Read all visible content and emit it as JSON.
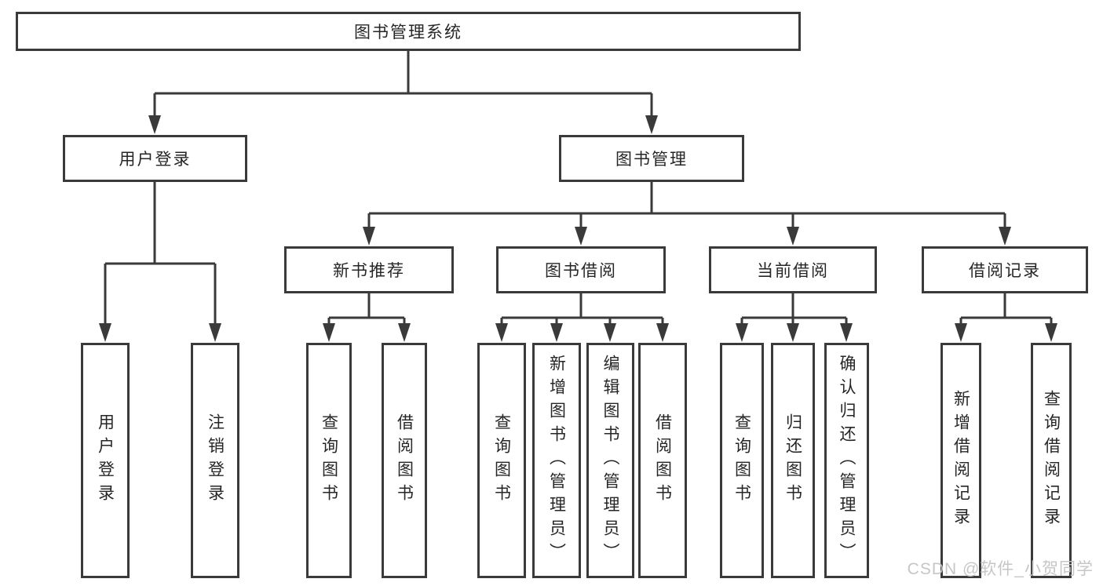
{
  "diagram": {
    "root": {
      "label": "图书管理系统"
    },
    "branches": [
      {
        "label": "用户登录",
        "children": [
          "用户登录",
          "注销登录"
        ]
      },
      {
        "label": "图书管理",
        "groups": [
          {
            "label": "新书推荐",
            "children": [
              "查询图书",
              "借阅图书"
            ]
          },
          {
            "label": "图书借阅",
            "children": [
              "查询图书",
              "新增图书（管理员）",
              "编辑图书（管理员）",
              "借阅图书"
            ]
          },
          {
            "label": "当前借阅",
            "children": [
              "查询图书",
              "归还图书",
              "确认归还（管理员）"
            ]
          },
          {
            "label": "借阅记录",
            "children": [
              "新增借阅记录",
              "查询借阅记录"
            ]
          }
        ]
      }
    ]
  },
  "watermark": {
    "text": "CSDN @软件_小贺同学",
    "color": "#c3c3c3"
  },
  "colors": {
    "line": "#3a3a3a",
    "text": "#262626",
    "background": "#ffffff"
  }
}
